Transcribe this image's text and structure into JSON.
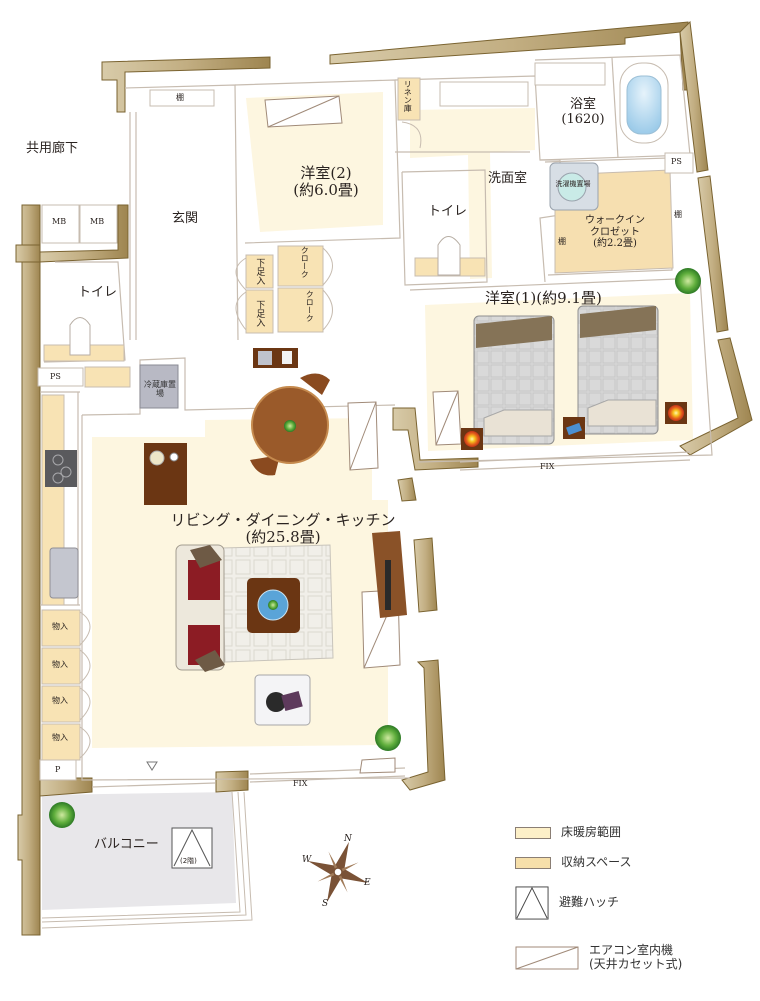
{
  "plan": {
    "colors": {
      "wall": "#b8a57e",
      "wall_edge": "#7a6330",
      "floor_heating": "#fdf6e0",
      "storage": "#f8e3b4",
      "balcony": "#e9e8ea",
      "line": "#c7bcb0",
      "furniture_wood": "#6b3613",
      "bath_water": "#b9dcf2"
    },
    "rooms": {
      "common_corridor": "共用廊下",
      "entrance": "玄関",
      "toilet_left": "トイレ",
      "western_room_2": {
        "name": "洋室(2)",
        "size": "(約6.0畳)"
      },
      "bathroom": {
        "name": "浴室",
        "size": "(1620)"
      },
      "washroom": "洗面室",
      "toilet_center": "トイレ",
      "walk_in_closet": {
        "line1": "ウォークイン",
        "line2": "クロゼット",
        "line3": "(約2.2畳)"
      },
      "western_room_1": "洋室(1)(約9.1畳)",
      "ldk": {
        "name": "リビング・ダイニング・キッチン",
        "size": "(約25.8畳)"
      },
      "balcony": "バルコニー"
    },
    "small_labels": {
      "mb1": "MB",
      "mb2": "MB",
      "ps_left": "PS",
      "ps_right": "PS",
      "shelf_entrance": "棚",
      "shelf_wic_left": "棚",
      "shelf_wic_right": "棚",
      "linen": "リネン庫",
      "shoe_1": "下足入",
      "shoe_2": "下足入",
      "cloak_1": "クローク",
      "cloak_2": "クローク",
      "fridge": "冷蔵庫置場",
      "washer": "洗濯機置場",
      "storage_1": "物入",
      "storage_2": "物入",
      "storage_3": "物入",
      "storage_4": "物入",
      "p": "P",
      "fix_bedroom": "FIX",
      "fix_living": "FIX",
      "hatch_floor": "(2階)"
    },
    "compass": {
      "n": "N",
      "s": "S",
      "e": "E",
      "w": "W"
    }
  },
  "legend": {
    "items": [
      {
        "label": "床暖房範囲",
        "color": "#fdf0c8"
      },
      {
        "label": "収納スペース",
        "color": "#f6dfaa"
      },
      {
        "label": "避難ハッチ"
      },
      {
        "label_line1": "エアコン室内機",
        "label_line2": "(天井カセット式)"
      }
    ]
  }
}
